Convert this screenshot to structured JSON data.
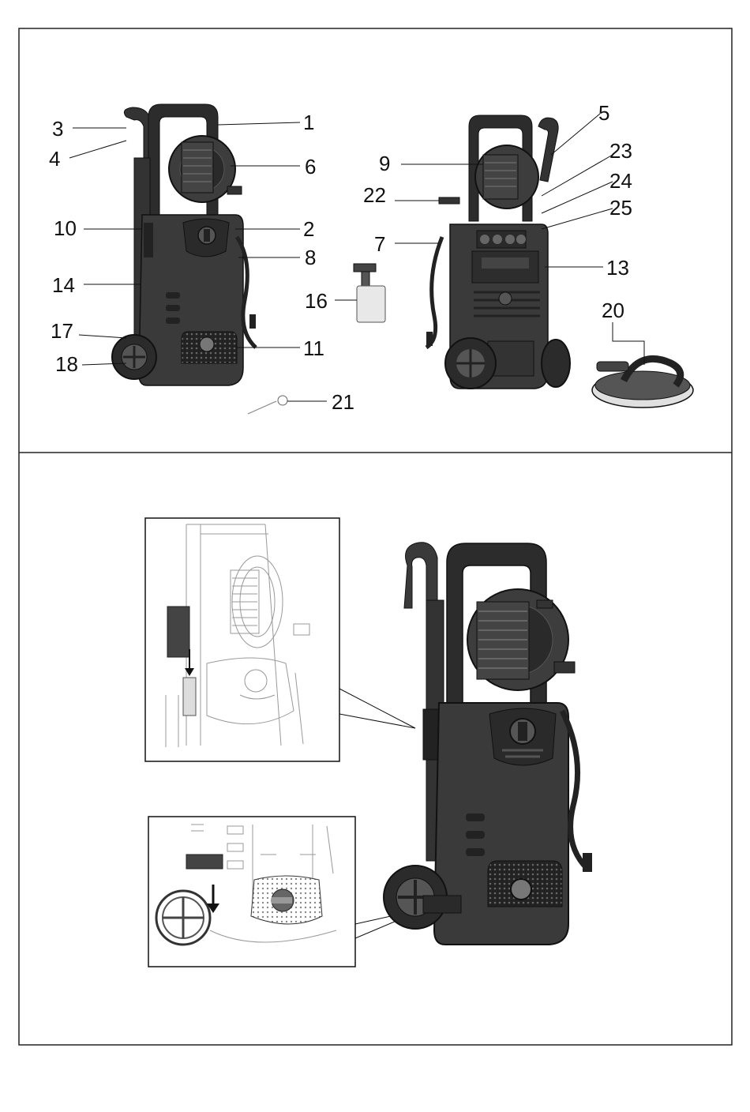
{
  "panel_top": {
    "callouts": [
      "1",
      "2",
      "3",
      "4",
      "5",
      "6",
      "7",
      "8",
      "9",
      "10",
      "11",
      "13",
      "14",
      "16",
      "17",
      "18",
      "20",
      "21",
      "22",
      "23",
      "24",
      "25"
    ]
  },
  "colors": {
    "frame": "#222222",
    "machine_body": "#3a3a3a",
    "machine_dark": "#1e1e1e",
    "machine_mid": "#5a5a5a",
    "line_art": "#888888",
    "bottle": "#e8e8e8"
  }
}
